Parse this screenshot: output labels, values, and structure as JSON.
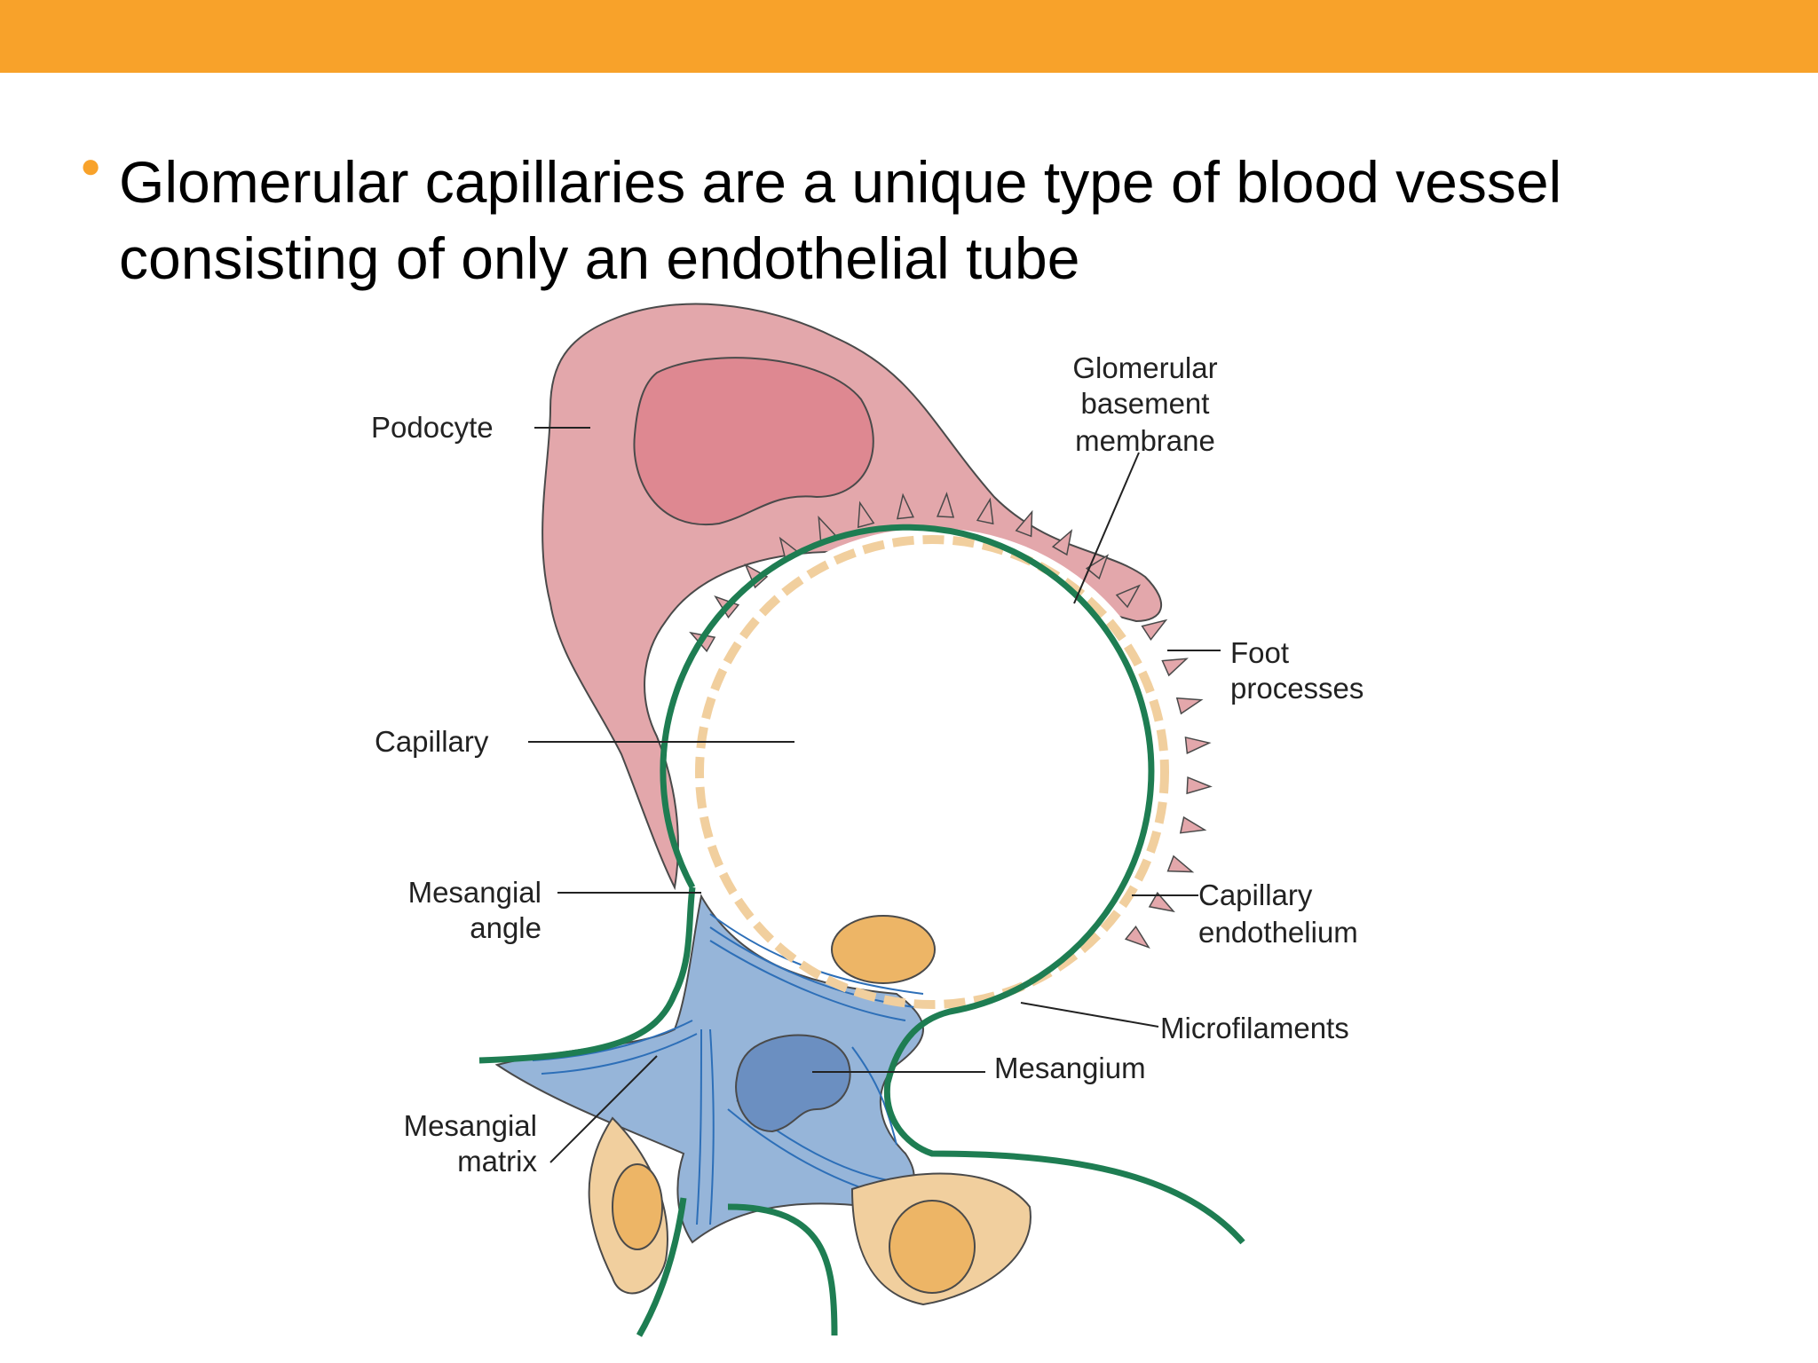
{
  "colors": {
    "top_bar": "#F8A22A",
    "bullet": "#F8A22A",
    "podocyte": "#E3A7AB",
    "podocyte_nucleus": "#DE8891",
    "basement_membrane": "#1E7D52",
    "endothelium": "#F1CF9E",
    "endothelial_nucleus": "#EDB566",
    "mesangium": "#96B5D9",
    "mesangial_nucleus": "#6B8FC1",
    "microfilaments": "#2D6FB8"
  },
  "slide": {
    "bullet_text": "Glomerular capillaries are a unique type of blood vessel consisting of only an endothelial tube"
  },
  "figure": {
    "labels": {
      "podocyte": "Podocyte",
      "gbm_line1": "Glomerular",
      "gbm_line2": "basement",
      "gbm_line3": "membrane",
      "foot_line1": "Foot",
      "foot_line2": "processes",
      "capillary": "Capillary",
      "mes_angle_line1": "Mesangial",
      "mes_angle_line2": "angle",
      "cap_endo_line1": "Capillary",
      "cap_endo_line2": "endothelium",
      "microfilaments": "Microfilaments",
      "mesangium": "Mesangium",
      "mes_matrix_line1": "Mesangial",
      "mes_matrix_line2": "matrix"
    }
  }
}
